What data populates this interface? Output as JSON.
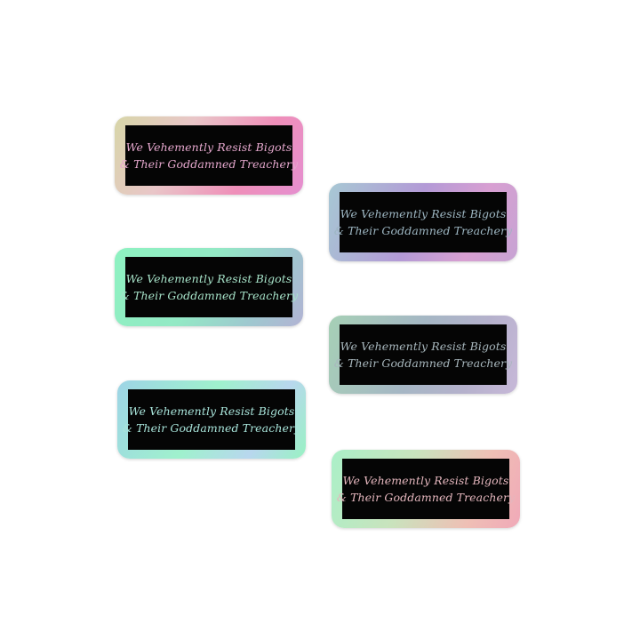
{
  "stickers": [
    {
      "line1": "We Vehemently Resist Bigots",
      "line2": "& Their Goddamned Treachery"
    },
    {
      "line1": "We Vehemently Resist Bigots",
      "line2": "& Their Goddamned Treachery"
    },
    {
      "line1": "We Vehemently Resist Bigots",
      "line2": "& Their Goddamned Treachery"
    },
    {
      "line1": "We Vehemently Resist Bigots",
      "line2": "& Their Goddamned Treachery"
    },
    {
      "line1": "We Vehemently Resist Bigots",
      "line2": "& Their Goddamned Treachery"
    },
    {
      "line1": "We Vehemently Resist Bigots",
      "line2": "& Their Goddamned Treachery"
    }
  ],
  "colors": {
    "background": "#ffffff",
    "panel": "#050505"
  }
}
